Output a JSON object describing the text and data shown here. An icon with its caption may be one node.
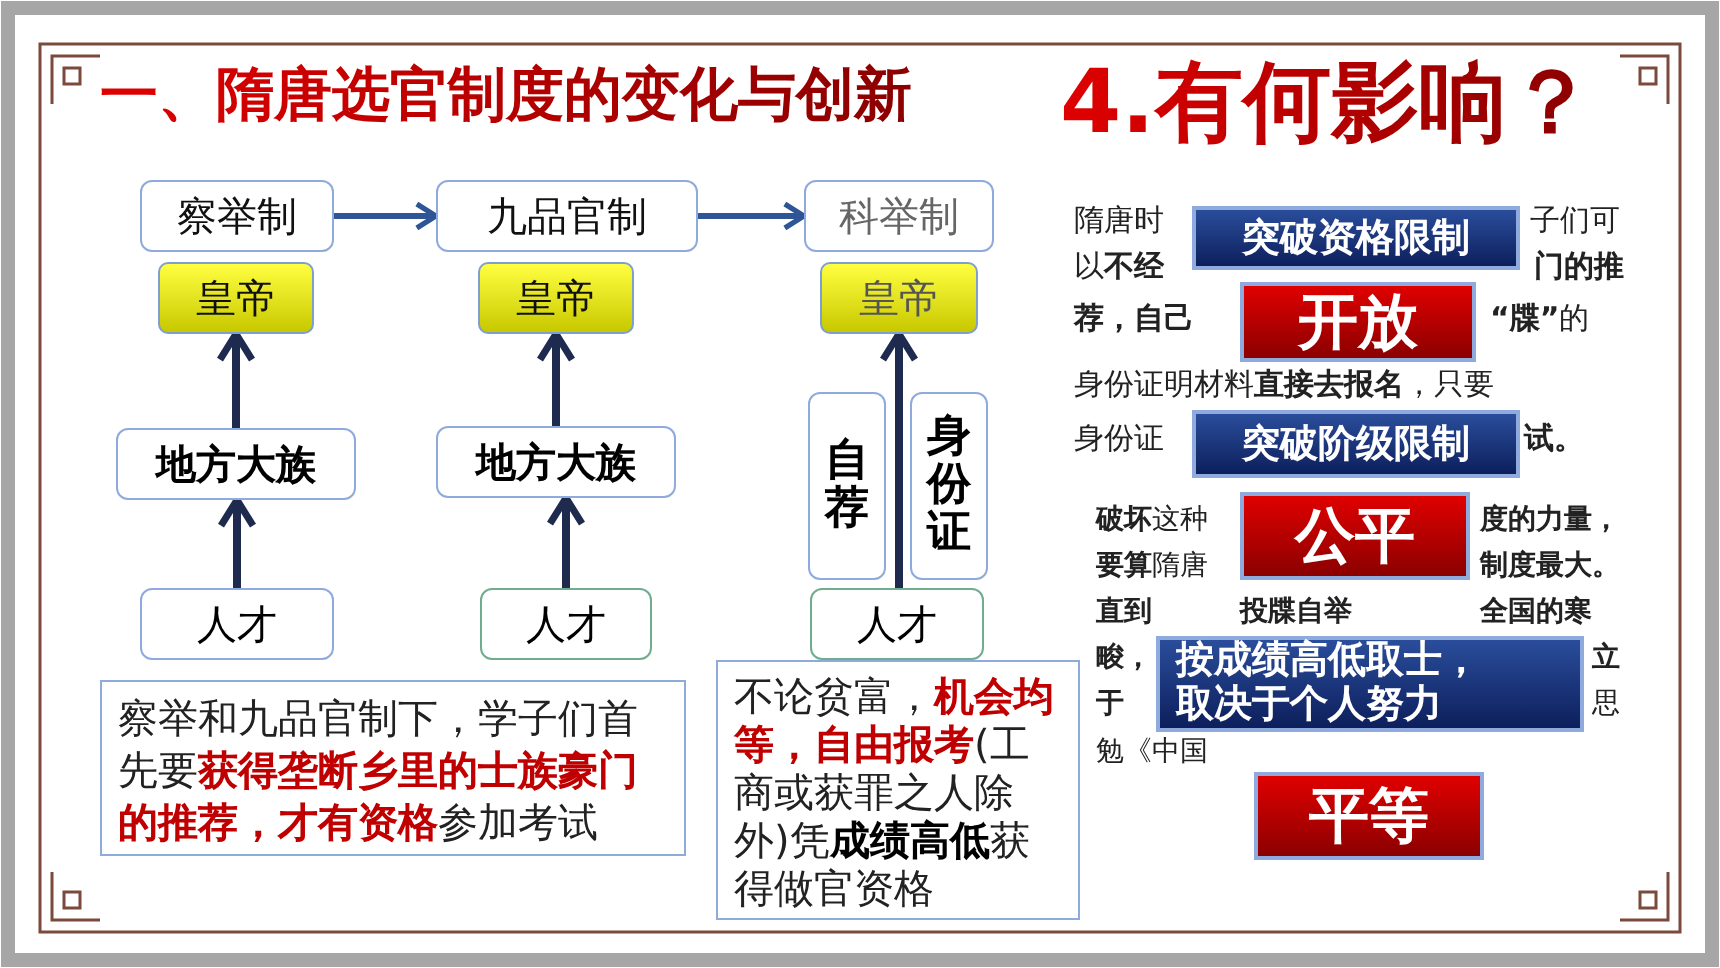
{
  "diagram": {
    "title": "一、隋唐选官制度的变化与创新",
    "nodes": [
      {
        "text": [
          "察举制"
        ]
      },
      {
        "text": [
          "九品官制"
        ]
      },
      {
        "text": [
          "科举制"
        ]
      },
      {
        "text": [
          "皇帝"
        ]
      },
      {
        "text": [
          "皇帝"
        ]
      },
      {
        "text": [
          "皇帝"
        ]
      },
      {
        "text": [
          "地方大族"
        ]
      },
      {
        "text": [
          "地方大族"
        ]
      },
      {
        "text": [
          "自荐"
        ]
      },
      {
        "text": [
          "身份证"
        ]
      },
      {
        "text": [
          "人才"
        ]
      },
      {
        "text": [
          "人才"
        ]
      },
      {
        "text": [
          "人才"
        ]
      },
      {
        "text": [
          "察举和九品官制下，学子们首先要**获得垄断乡里的士族豪门的推荐，才有资格**参加考试"
        ]
      },
      {
        "text": [
          "不论贫富，**机会均等，自由报考**(工商或获罪之人除外)凭**成绩高低**获得做官资格"
        ]
      },
      {
        "text": [
          "突破资格限制"
        ]
      },
      {
        "text": [
          "开放"
        ]
      },
      {
        "text": [
          "突破阶级限制"
        ]
      },
      {
        "text": [
          "公平"
        ]
      },
      {
        "text": [
          "按成绩高低取士，取决于个人努力"
        ]
      },
      {
        "text": [
          "平等"
        ]
      }
    ],
    "edges": [
      {
        "from": 0,
        "to": 1,
        "arrow": "to",
        "color": "#2f5597"
      },
      {
        "from": 1,
        "to": 2,
        "arrow": "to",
        "color": "#2f5597"
      },
      {
        "from": 10,
        "to": 6,
        "arrow": "to"
      },
      {
        "from": 6,
        "to": 3,
        "arrow": "to"
      },
      {
        "from": 11,
        "to": 7,
        "arrow": "to"
      },
      {
        "from": 7,
        "to": 4,
        "arrow": "to"
      },
      {
        "from": 12,
        "to": 5,
        "arrow": "to"
      }
    ],
    "labels": [
      "4.有何影响？",
      "隋唐时",
      "子们可",
      "以**不经**",
      "门的推",
      "荐，自己",
      "**“牒”**的",
      "身份证明材料**直接去报名**，只要",
      "身份证",
      "试。",
      "**破坏**这种",
      "度的力量，",
      "**要算**隋唐",
      "制度最大。",
      "直到",
      "投牒自举",
      "全国的寒",
      "畯，",
      "立",
      "于",
      "思",
      "勉《中国"
    ]
  }
}
